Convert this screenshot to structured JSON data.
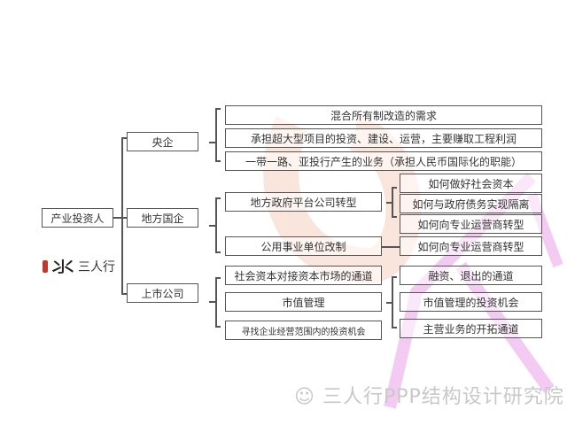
{
  "root": {
    "label": "产业投资人"
  },
  "branches": [
    {
      "label": "央企",
      "items": [
        "混合所有制改造的需求",
        "承担超大型项目的投资、建设、运营，主要赚取工程利润",
        "一带一路、亚投行产生的业务（承担人民币国际化的职能）"
      ]
    },
    {
      "label": "地方国企",
      "items": [
        {
          "label": "地方政府平台公司转型",
          "sub": [
            "如何做好社会资本",
            "如何与政府债务实现隔离",
            "如何向专业运营商转型"
          ]
        },
        {
          "label": "公用事业单位改制",
          "sub": [
            "如何向专业运营商转型"
          ]
        }
      ]
    },
    {
      "label": "上市公司",
      "items": [
        "社会资本对接资本市场的通道",
        "市值管理",
        "寻找企业经营范围内的投资机会"
      ],
      "sub": [
        "融资、退出的通道",
        "市值管理的投资机会",
        "主营业务的开拓通道"
      ]
    }
  ],
  "logo": {
    "text": "三人行"
  },
  "watermark": {
    "text": "三人行PPP结构设计研究院"
  },
  "colors": {
    "border": "#555555",
    "deco_pink": "#e9a6e6",
    "deco_orange": "#f3c2a8"
  }
}
